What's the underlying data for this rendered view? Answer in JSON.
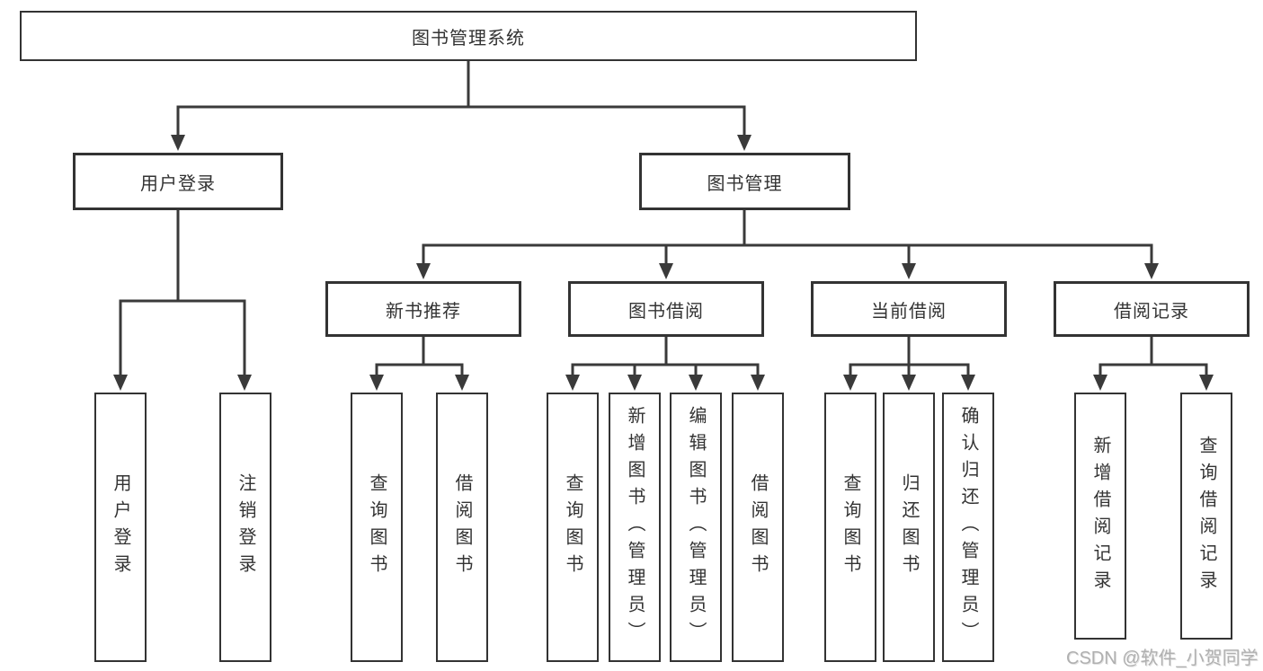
{
  "diagram": {
    "tree": {
      "label": "图书管理系统",
      "children": [
        {
          "label": "用户登录",
          "children": [
            {
              "label": "用户登录"
            },
            {
              "label": "注销登录"
            }
          ]
        },
        {
          "label": "图书管理",
          "children": [
            {
              "label": "新书推荐",
              "children": [
                {
                  "label": "查询图书"
                },
                {
                  "label": "借阅图书"
                }
              ]
            },
            {
              "label": "图书借阅",
              "children": [
                {
                  "label": "查询图书"
                },
                {
                  "label": "新增图书（管理员）"
                },
                {
                  "label": "编辑图书（管理员）"
                },
                {
                  "label": "借阅图书"
                }
              ]
            },
            {
              "label": "当前借阅",
              "children": [
                {
                  "label": "查询图书"
                },
                {
                  "label": "归还图书"
                },
                {
                  "label": "确认归还（管理员）"
                }
              ]
            },
            {
              "label": "借阅记录",
              "children": [
                {
                  "label": "新增借阅记录"
                },
                {
                  "label": "查询借阅记录"
                }
              ]
            }
          ]
        }
      ]
    },
    "colors": {
      "line": "#3a3a3a",
      "border": "#333333",
      "text": "#333333",
      "background": "#ffffff",
      "watermark": "#b0b0b0"
    }
  },
  "watermark": {
    "text": "CSDN @软件_小贺同学"
  }
}
